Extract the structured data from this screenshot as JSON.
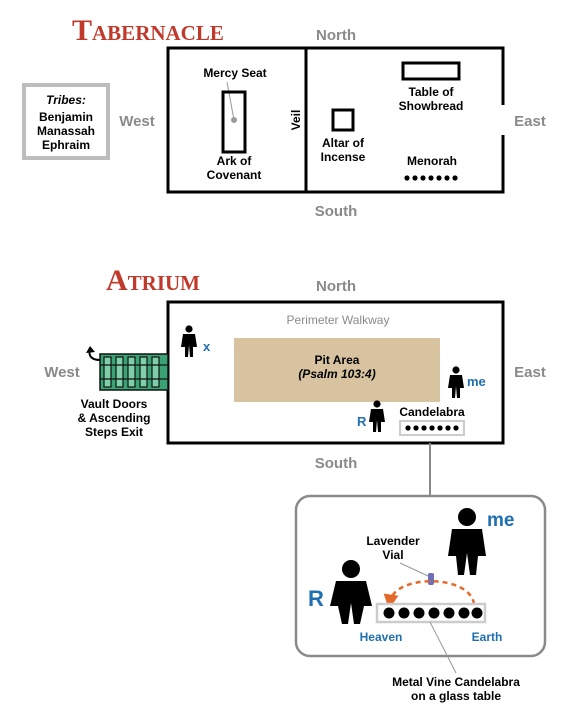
{
  "colors": {
    "heading_red": "#c0392b",
    "direction_gray": "#8a8a8a",
    "label_blue": "#1f6fb2",
    "pit_fill": "#d7c3a0",
    "vault_green": "#3aa374",
    "arc_orange": "#e46a2a",
    "panel_border": "#8a8a8a",
    "vial_purple": "#6e6fb6"
  },
  "tabernacle": {
    "title": "Tabernacle",
    "north": "North",
    "south": "South",
    "west": "West",
    "east": "East",
    "tribes_title": "Tribes:",
    "tribes": [
      "Benjamin",
      "Manassah",
      "Ephraim"
    ],
    "mercy_seat": "Mercy Seat",
    "ark_line1": "Ark of",
    "ark_line2": "Covenant",
    "veil": "Veil",
    "table_line1": "Table of",
    "table_line2": "Showbread",
    "altar_line1": "Altar of",
    "altar_line2": "Incense",
    "menorah": "Menorah"
  },
  "atrium": {
    "title": "Atrium",
    "north": "North",
    "south": "South",
    "west": "West",
    "east": "East",
    "perimeter": "Perimeter Walkway",
    "pit_title": "Pit Area",
    "pit_ref": "(Psalm 103:4)",
    "x_label": "x",
    "me_label": "me",
    "r_label": "R",
    "candelabra": "Candelabra",
    "vault_line1": "Vault Doors",
    "vault_line2": "& Ascending",
    "vault_line3": "Steps Exit"
  },
  "detail": {
    "me_label": "me",
    "r_label": "R",
    "vial_line1": "Lavender",
    "vial_line2": "Vial",
    "heaven": "Heaven",
    "earth": "Earth",
    "caption_line1": "Metal Vine Candelabra",
    "caption_line2": "on a glass table"
  }
}
